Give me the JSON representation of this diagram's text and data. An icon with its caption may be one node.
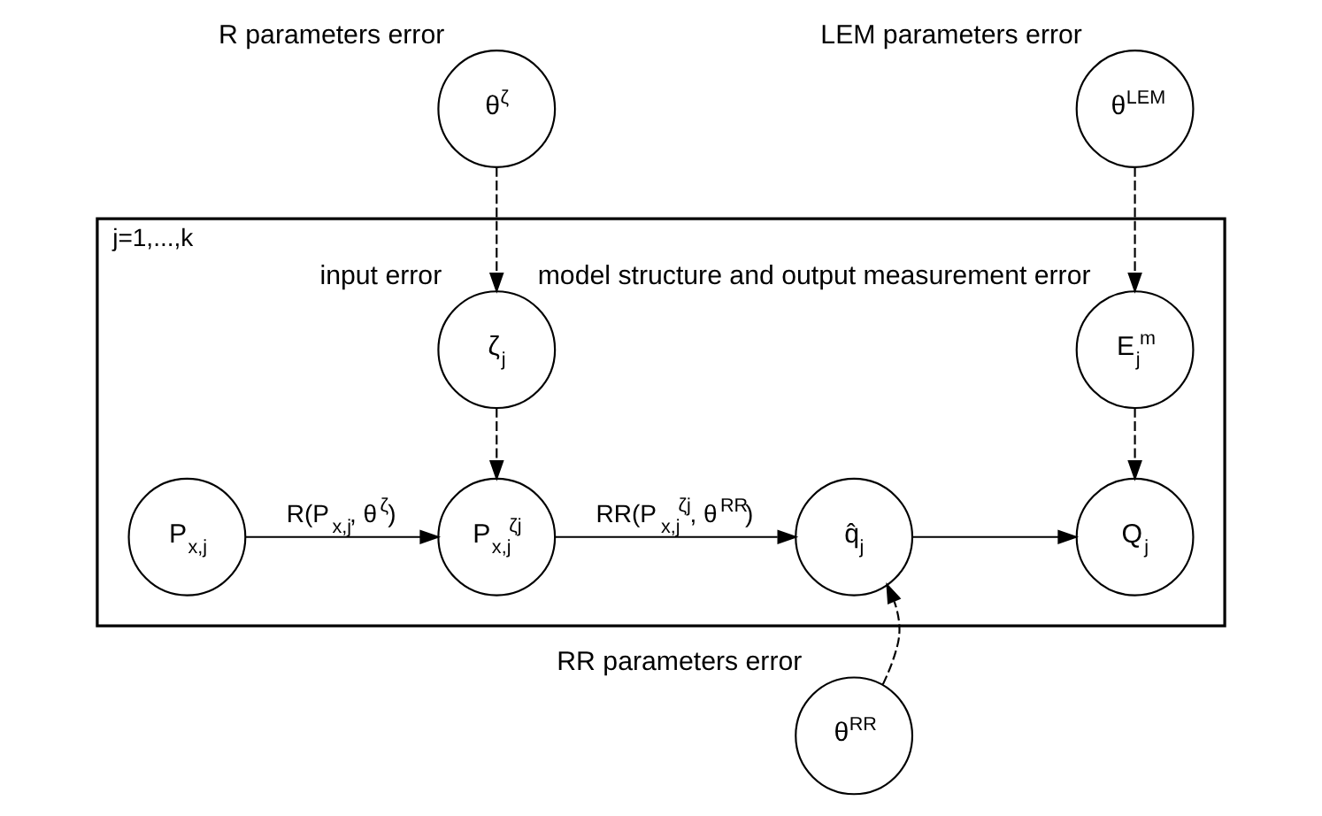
{
  "diagram": {
    "nodes": [
      {
        "text": [
          "j=1,...,k"
        ]
      },
      {
        "text": [
          "θ$^{ζ}$"
        ],
        "beside": [
          "R parameters error"
        ]
      },
      {
        "text": [
          "θ$^{LEM}$"
        ],
        "beside": [
          "LEM parameters error"
        ]
      },
      {
        "text": [
          "ζ$_{j}$"
        ],
        "in": 0,
        "beside": [
          "input error"
        ]
      },
      {
        "text": [
          "E$_{j}$$^{m}$"
        ],
        "in": 0,
        "beside": [
          "model structure and output measurement error"
        ]
      },
      {
        "text": [
          "P$_{x,j}$"
        ],
        "in": 0
      },
      {
        "text": [
          "P$_{x,j}$$^{ζj}$"
        ],
        "in": 0
      },
      {
        "text": [
          "q̂$_{j}$"
        ],
        "in": 0
      },
      {
        "text": [
          "Q$_{j}$"
        ],
        "in": 0
      },
      {
        "text": [
          "θ$^{RR}$"
        ],
        "beside": [
          "RR parameters error"
        ]
      }
    ],
    "edges": [
      {
        "from": 1,
        "to": 3,
        "arrow": "to",
        "style": "dashed"
      },
      {
        "from": 2,
        "to": 4,
        "arrow": "to",
        "style": "dashed"
      },
      {
        "from": 3,
        "to": 6,
        "arrow": "to",
        "style": "dashed"
      },
      {
        "from": 4,
        "to": 8,
        "arrow": "to",
        "style": "dashed"
      },
      {
        "from": 5,
        "to": 6,
        "arrow": "to",
        "label": "R(P$_{x,j}$, θ$^{ζ}$)"
      },
      {
        "from": 6,
        "to": 7,
        "arrow": "to",
        "label": "RR(P$_{x,j}$$^{ζj}$, θ$^{RR}$)"
      },
      {
        "from": 7,
        "to": 8,
        "arrow": "to"
      },
      {
        "from": 9,
        "to": 7,
        "arrow": "to",
        "style": "dashed"
      }
    ]
  }
}
